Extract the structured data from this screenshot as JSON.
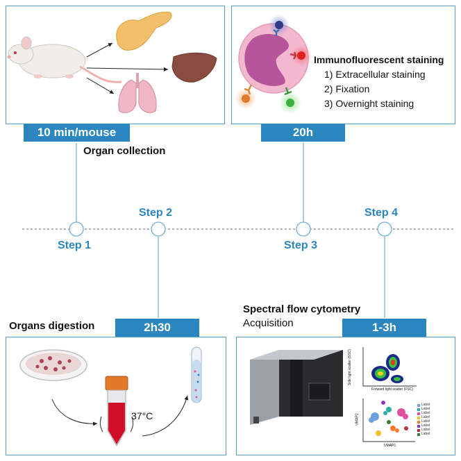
{
  "steps": [
    {
      "label": "Step 1",
      "time": "10 min/mouse",
      "caption": "Organ collection"
    },
    {
      "label": "Step 2",
      "time": "2h30",
      "caption": "Organs digestion"
    },
    {
      "label": "Step 3",
      "time": "20h",
      "caption": "Immunofluorescent staining",
      "substeps": [
        "1)  Extracellular staining",
        "2)  Fixation",
        "3)  Overnight staining"
      ]
    },
    {
      "label": "Step 4",
      "time": "1-3h",
      "caption": "Spectral flow cytometry",
      "subcaption": "Acquisition"
    }
  ],
  "digestion": {
    "temperature": "37°C"
  },
  "plot_labels": {
    "scatter_y": "Side light scatter (SSC)",
    "scatter_x": "Forward light scatter (FSC)",
    "umap_y": "UMAP2",
    "umap_x": "UMAP1",
    "legend_entry": "Label",
    "legend_count": 8
  },
  "colors": {
    "accent": "#2b86c0",
    "panel_border": "#5b9bbd",
    "timeline": "#999999"
  }
}
